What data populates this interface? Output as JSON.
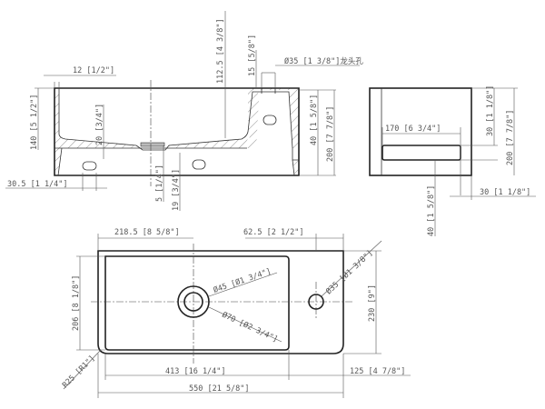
{
  "drawing": {
    "title": "Wash basin technical drawing",
    "views": [
      "section-side-view",
      "end-view",
      "top-plan-view"
    ]
  },
  "section_view": {
    "dims": {
      "wall_thickness": "12 [1/2\"]",
      "depth_total": "112.5 [4 3/8\"]",
      "faucet_deck_step": "15 [5/8\"]",
      "faucet_hole": "Ø35 [1 3/8\"]龙头孔",
      "bowl_depth": "140 [5 1/2\"]",
      "bottom_thickness": "20 [3/4\"]",
      "drain_recess": "5 [1/4\"]",
      "base_thickness": "19 [3/4\"]",
      "mount_hole_offset": "30.5 [1 1/4\"]",
      "side_slot_height": "40 [1 5/8\"]",
      "overall_height": "200 [7 7/8\"]"
    }
  },
  "end_view": {
    "dims": {
      "slot_width": "170 [6 3/4\"]",
      "top_to_slot": "30 [1 1/8\"]",
      "overall_height": "200 [7 7/8\"]",
      "slot_to_bottom": "40 [1 5/8\"]",
      "side_offset": "30 [1 1/8\"]"
    }
  },
  "plan_view": {
    "dims": {
      "drain_center_from_left": "218.5 [8 5/8\"]",
      "tap_center_from_right": "62.5 [2 1/2\"]",
      "tap_hole": "Ø35 [Ø1 3/8\"]",
      "drain_inner": "Ø45 [Ø1 3/4\"]",
      "drain_outer": "Ø70 [Ø2 3/4\"]",
      "bowl_width": "206 [8 1/8\"]",
      "overall_width": "230 [9\"]",
      "corner_radius": "R25 [R1\"]",
      "bowl_length": "413 [16 1/4\"]",
      "deck_length": "125 [4 7/8\"]",
      "overall_length": "550 [21 5/8\"]"
    }
  }
}
